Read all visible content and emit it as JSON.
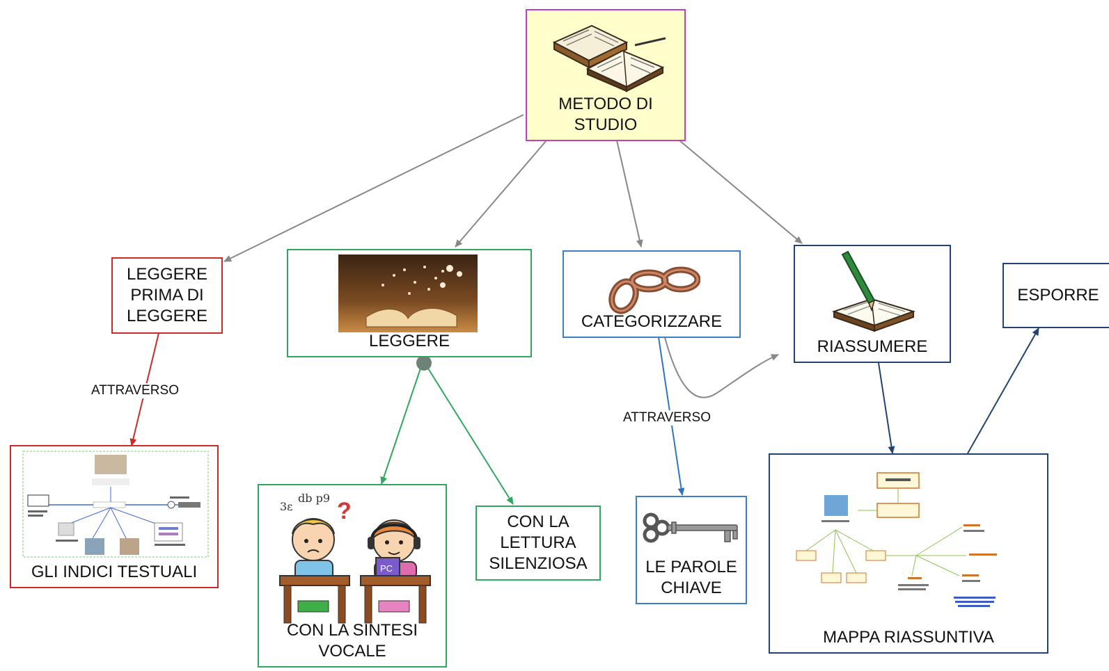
{
  "nodes": {
    "root": "METODO DI\nSTUDIO",
    "prima": "LEGGERE\nPRIMA DI\nLEGGERE",
    "leggere": "LEGGERE",
    "categorizzare": "CATEGORIZZARE",
    "riassumere": "RIASSUMERE",
    "esporre": "ESPORRE",
    "indici": "GLI INDICI TESTUALI",
    "sintesi": "CON LA SINTESI\nVOCALE",
    "lettura": "CON LA\nLETTURA\nSILENZIOSA",
    "parole": "LE PAROLE\nCHIAVE",
    "mappa": "MAPPA RIASSUNTIVA"
  },
  "link_labels": {
    "attraverso_1": "ATTRAVERSO",
    "attraverso_2": "ATTRAVERSO"
  },
  "colors": {
    "root_border": "#c23fc3",
    "root_fill": "#ffffcc",
    "red": "#cc2a2a",
    "green": "#2fa85f",
    "blue": "#3a7ec3",
    "navy": "#22436e",
    "gray_link": "#888888"
  },
  "icons": {
    "root": "open-books-icon",
    "leggere": "book-lights-picture",
    "categorizzare": "chain-links-icon",
    "riassumere": "book-pencil-icon",
    "sintesi": "children-at-desks-picture",
    "parole": "key-icon",
    "indici": "index-map-thumbnail",
    "mappa": "summary-map-thumbnail"
  }
}
